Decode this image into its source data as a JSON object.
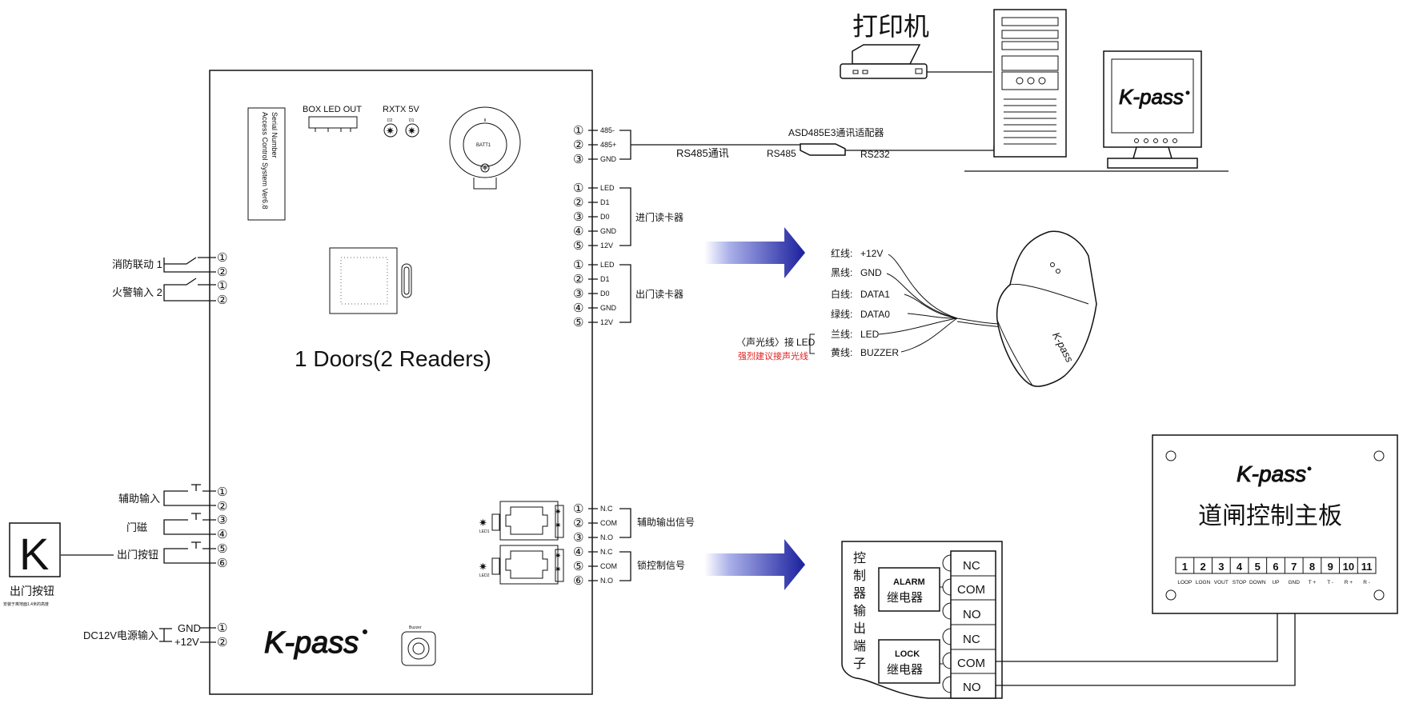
{
  "controller": {
    "title": "1 Doors(2 Readers)",
    "serial_label": [
      "Serial Number",
      "Access Control System Ver6.8"
    ],
    "box_led_out": "BOX LED OUT",
    "rxtx": "RXTX 5V",
    "led_d2": "D2",
    "led_d1": "D1",
    "battery": "BATT1",
    "buzzer": "Buzzer",
    "brand": "K-pass",
    "relay_led1": "LED1",
    "relay_led2": "LED2"
  },
  "left_inputs": [
    {
      "label": "消防联动 1",
      "pins": [
        "①",
        "②"
      ]
    },
    {
      "label": "火警输入 2",
      "pins": [
        "①",
        "②"
      ]
    }
  ],
  "aux_inputs": [
    {
      "label": "辅助输入",
      "pins": [
        "①",
        "②"
      ]
    },
    {
      "label": "门磁",
      "pins": [
        "③",
        "④"
      ]
    },
    {
      "label": "出门按钮",
      "pins": [
        "⑤",
        "⑥"
      ]
    }
  ],
  "exit_button": {
    "glyph": "K",
    "label": "出门按钮",
    "note": "安装于离地面1.4米的高度"
  },
  "power": {
    "label": "DC12V电源输入",
    "terminals": [
      "GND",
      "+12V"
    ],
    "pins": [
      "①",
      "②"
    ]
  },
  "rs485": {
    "pins": [
      {
        "n": "①",
        "t": "485-"
      },
      {
        "n": "②",
        "t": "485+"
      },
      {
        "n": "③",
        "t": "GND"
      }
    ],
    "bus_label": "RS485通讯",
    "adapter": "ASD485E3通讯适配器",
    "adapter_in": "RS485",
    "adapter_out": "RS232"
  },
  "printer_label": "打印机",
  "monitor_brand": "K-pass",
  "reader_in": {
    "label": "进门读卡器",
    "pins": [
      {
        "n": "①",
        "t": "LED"
      },
      {
        "n": "②",
        "t": "D1"
      },
      {
        "n": "③",
        "t": "D0"
      },
      {
        "n": "④",
        "t": "GND"
      },
      {
        "n": "⑤",
        "t": "12V"
      }
    ]
  },
  "reader_out": {
    "label": "出门读卡器",
    "pins": [
      {
        "n": "①",
        "t": "LED"
      },
      {
        "n": "②",
        "t": "D1"
      },
      {
        "n": "③",
        "t": "D0"
      },
      {
        "n": "④",
        "t": "GND"
      },
      {
        "n": "⑤",
        "t": "12V"
      }
    ]
  },
  "reader_wires": [
    {
      "color": "红线:",
      "signal": "+12V"
    },
    {
      "color": "黑线:",
      "signal": "GND"
    },
    {
      "color": "白线:",
      "signal": "DATA1"
    },
    {
      "color": "绿线:",
      "signal": "DATA0"
    },
    {
      "color": "兰线:",
      "signal": "LED"
    },
    {
      "color": "黄线:",
      "signal": "BUZZER"
    }
  ],
  "reader_note": {
    "prefix": "〈声光线〉接",
    "led": "LED",
    "advice": "强烈建议接声光线"
  },
  "reader_brand": "K-pass",
  "relay_outputs": {
    "aux": {
      "label": "辅助输出信号",
      "pins": [
        {
          "n": "①",
          "t": "N.C"
        },
        {
          "n": "②",
          "t": "COM"
        },
        {
          "n": "③",
          "t": "N.O"
        }
      ]
    },
    "lock": {
      "label": "锁控制信号",
      "pins": [
        {
          "n": "④",
          "t": "N.C"
        },
        {
          "n": "⑤",
          "t": "COM"
        },
        {
          "n": "⑥",
          "t": "N.O"
        }
      ]
    }
  },
  "control_output": {
    "title_chars": [
      "控",
      "制",
      "器",
      "输",
      "出",
      "端",
      "子"
    ],
    "alarm": {
      "name": "ALARM",
      "cn": "继电器"
    },
    "lock": {
      "name": "LOCK",
      "cn": "继电器"
    },
    "terminals": [
      "NC",
      "COM",
      "NO",
      "NC",
      "COM",
      "NO"
    ]
  },
  "gate_board": {
    "brand": "K-pass",
    "title": "道闸控制主板",
    "numbers": [
      "1",
      "2",
      "3",
      "4",
      "5",
      "6",
      "7",
      "8",
      "9",
      "10",
      "11"
    ],
    "labels": [
      "LOOP",
      "LOGN",
      "VOUT",
      "STOP",
      "DOWN",
      "UP",
      "GND",
      "T +",
      "T -",
      "R +",
      "R -"
    ]
  },
  "colors": {
    "arrow_dark": "#1a1f9e",
    "arrow_light": "#ffffff",
    "warning_text": "#e02020"
  }
}
